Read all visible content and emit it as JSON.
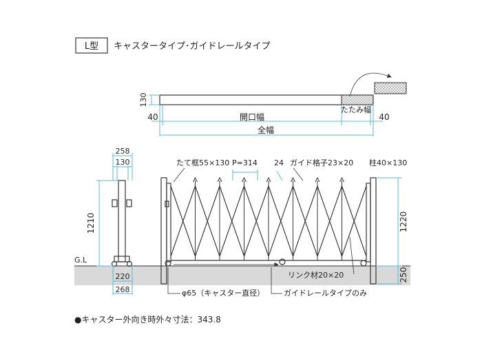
{
  "header": {
    "badge": "L型",
    "title": "キャスタータイプ･ガイドレールタイプ"
  },
  "plan": {
    "height_label": "130",
    "left_margin": "40",
    "right_margin": "40",
    "opening_label": "開口幅",
    "fold_label": "たたみ幅",
    "total_label": "全幅"
  },
  "side": {
    "top_width": "258",
    "post_width": "130",
    "height": "1210",
    "base_width": "220",
    "foot_width": "268"
  },
  "front": {
    "stile_label": "たて框55×130",
    "pitch_label": "P=314",
    "offset_label": "24",
    "guide_bar_label": "ガイド格子23×20",
    "pillar_label": "柱40×130",
    "height_label": "1220",
    "ground_label": "G.L",
    "underground_label": "250",
    "link_label": "リンク材20×20",
    "caster_label": "φ65（キャスター直径）",
    "rail_label": "ガイドレールタイプのみ"
  },
  "footnote": "●キャスター外向き時外々寸法：343.8",
  "colors": {
    "dimension_line": "#5bb8d8",
    "ground": "#d9d9d9",
    "outline": "#333333"
  }
}
